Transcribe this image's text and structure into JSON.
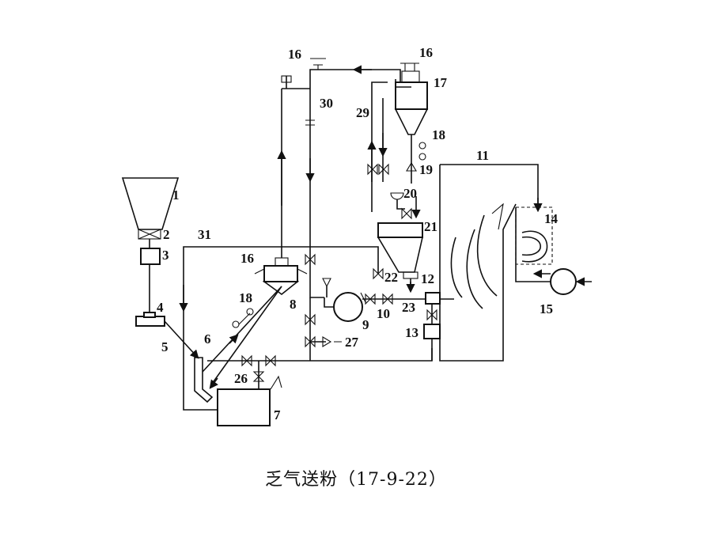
{
  "caption": "乏气送粉（17-9-22）",
  "labels": {
    "l1": "1",
    "l2": "2",
    "l3": "3",
    "l4": "4",
    "l5": "5",
    "l6": "6",
    "l7": "7",
    "l8": "8",
    "l9": "9",
    "l10": "10",
    "l11": "11",
    "l12": "12",
    "l13": "13",
    "l14": "14",
    "l15": "15",
    "l16a": "16",
    "l16b": "16",
    "l16c": "16",
    "l17": "17",
    "l18a": "18",
    "l18b": "18",
    "l19": "19",
    "l20": "20",
    "l21": "21",
    "l22": "22",
    "l23": "23",
    "l26": "26",
    "l27": "27",
    "l29": "29",
    "l30": "30",
    "l31": "31"
  }
}
